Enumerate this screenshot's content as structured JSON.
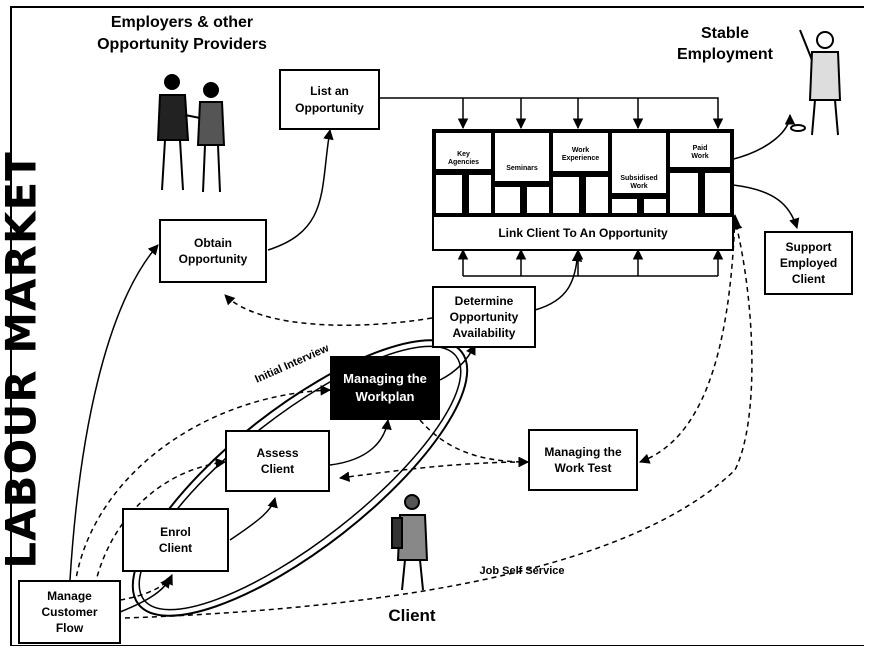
{
  "side_title": "LABOUR MARKET",
  "employers_label": "Employers & other\nOpportunity Providers",
  "stable_employment_label": "Stable\nEmployment",
  "client_label": "Client",
  "boxes": {
    "list_opportunity": "List an\nOpportunity",
    "obtain_opportunity": "Obtain\nOpportunity",
    "link_client": "Link Client To An Opportunity",
    "support_employed": "Support\nEmployed\nClient",
    "determine_availability": "Determine\nOpportunity\nAvailability",
    "managing_workplan": "Managing the\nWorkplan",
    "assess_client": "Assess\nClient",
    "managing_work_test": "Managing the\nWork Test",
    "enrol_client": "Enrol\nClient",
    "manage_customer_flow": "Manage\nCustomer\nFlow"
  },
  "opportunity_columns": [
    "Key\nAgencies",
    "Seminars",
    "Work\nExperience",
    "Subsidised\nWork",
    "Paid\nWork"
  ],
  "annotations": {
    "initial_interview": "Initial Interview",
    "job_self_service": "Job Self Service"
  },
  "icons": [
    "handshake-people-icon",
    "worker-icon",
    "backpacker-icon"
  ]
}
